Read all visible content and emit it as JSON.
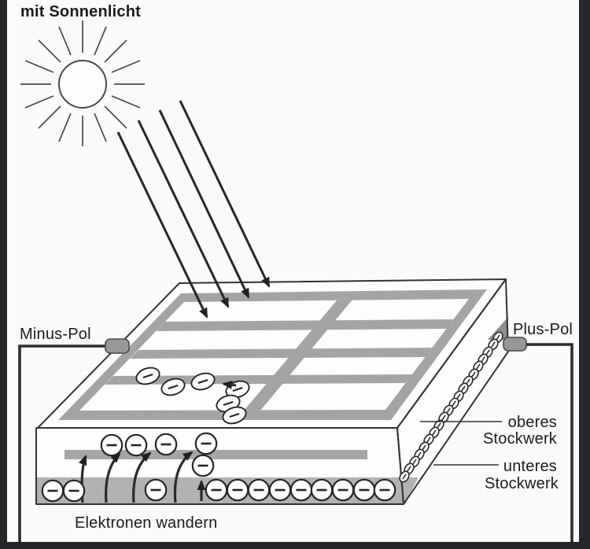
{
  "figure": {
    "title": "mit Sonnenlicht",
    "labels": {
      "minus_pole": "Minus-Pol",
      "plus_pole": "Plus-Pol",
      "upper_layer_line1": "oberes",
      "upper_layer_line2": "Stockwerk",
      "lower_layer_line1": "unteres",
      "lower_layer_line2": "Stockwerk",
      "electrons_caption": "Elektronen wandern"
    },
    "electron_symbol": "−",
    "icons": [
      "sun-icon",
      "electron-icon",
      "sunlight-arrow-icon"
    ],
    "colors": {
      "paper": "#fafaf9",
      "ink": "#1c1c1c",
      "grid_gray": "#a4a4a4",
      "lower_layer_gray": "#b2b2b2",
      "connector_gray": "#989898",
      "scan_border": "#26262b"
    }
  }
}
